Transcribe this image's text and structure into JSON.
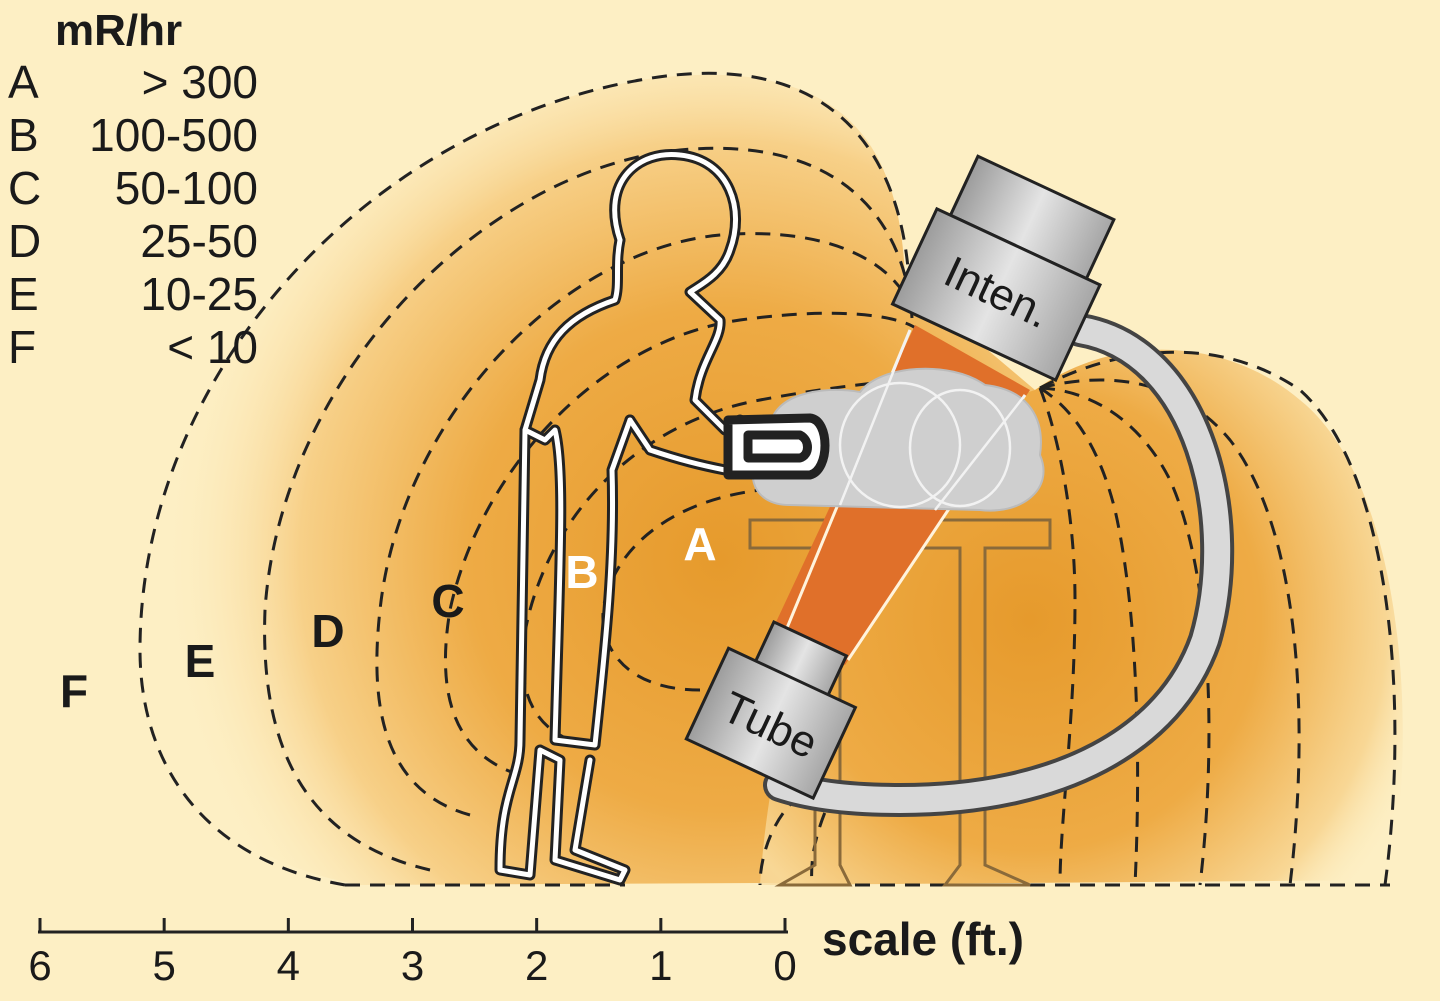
{
  "legend": {
    "title": "mR/hr",
    "rows": [
      {
        "zone": "A",
        "value": "> 300"
      },
      {
        "zone": "B",
        "value": "100-500"
      },
      {
        "zone": "C",
        "value": "50-100"
      },
      {
        "zone": "D",
        "value": "25-50"
      },
      {
        "zone": "E",
        "value": "10-25"
      },
      {
        "zone": "F",
        "value": "< 10"
      }
    ]
  },
  "zone_labels": {
    "A": "A",
    "B": "B",
    "C": "C",
    "D": "D",
    "E": "E",
    "F": "F"
  },
  "device": {
    "intensifier": "Inten.",
    "tube": "Tube"
  },
  "scale": {
    "title": "scale (ft.)",
    "ticks": [
      "6",
      "5",
      "4",
      "3",
      "2",
      "1",
      "0"
    ]
  },
  "colors": {
    "background": "#fdefc4",
    "zone_core": "#e59a2e",
    "beam": "#e0702a",
    "device_gray": "#c9c9c9",
    "outline": "#222222",
    "zone_label_light": "#ffffff",
    "zone_label_dark": "#1a1a1a"
  }
}
